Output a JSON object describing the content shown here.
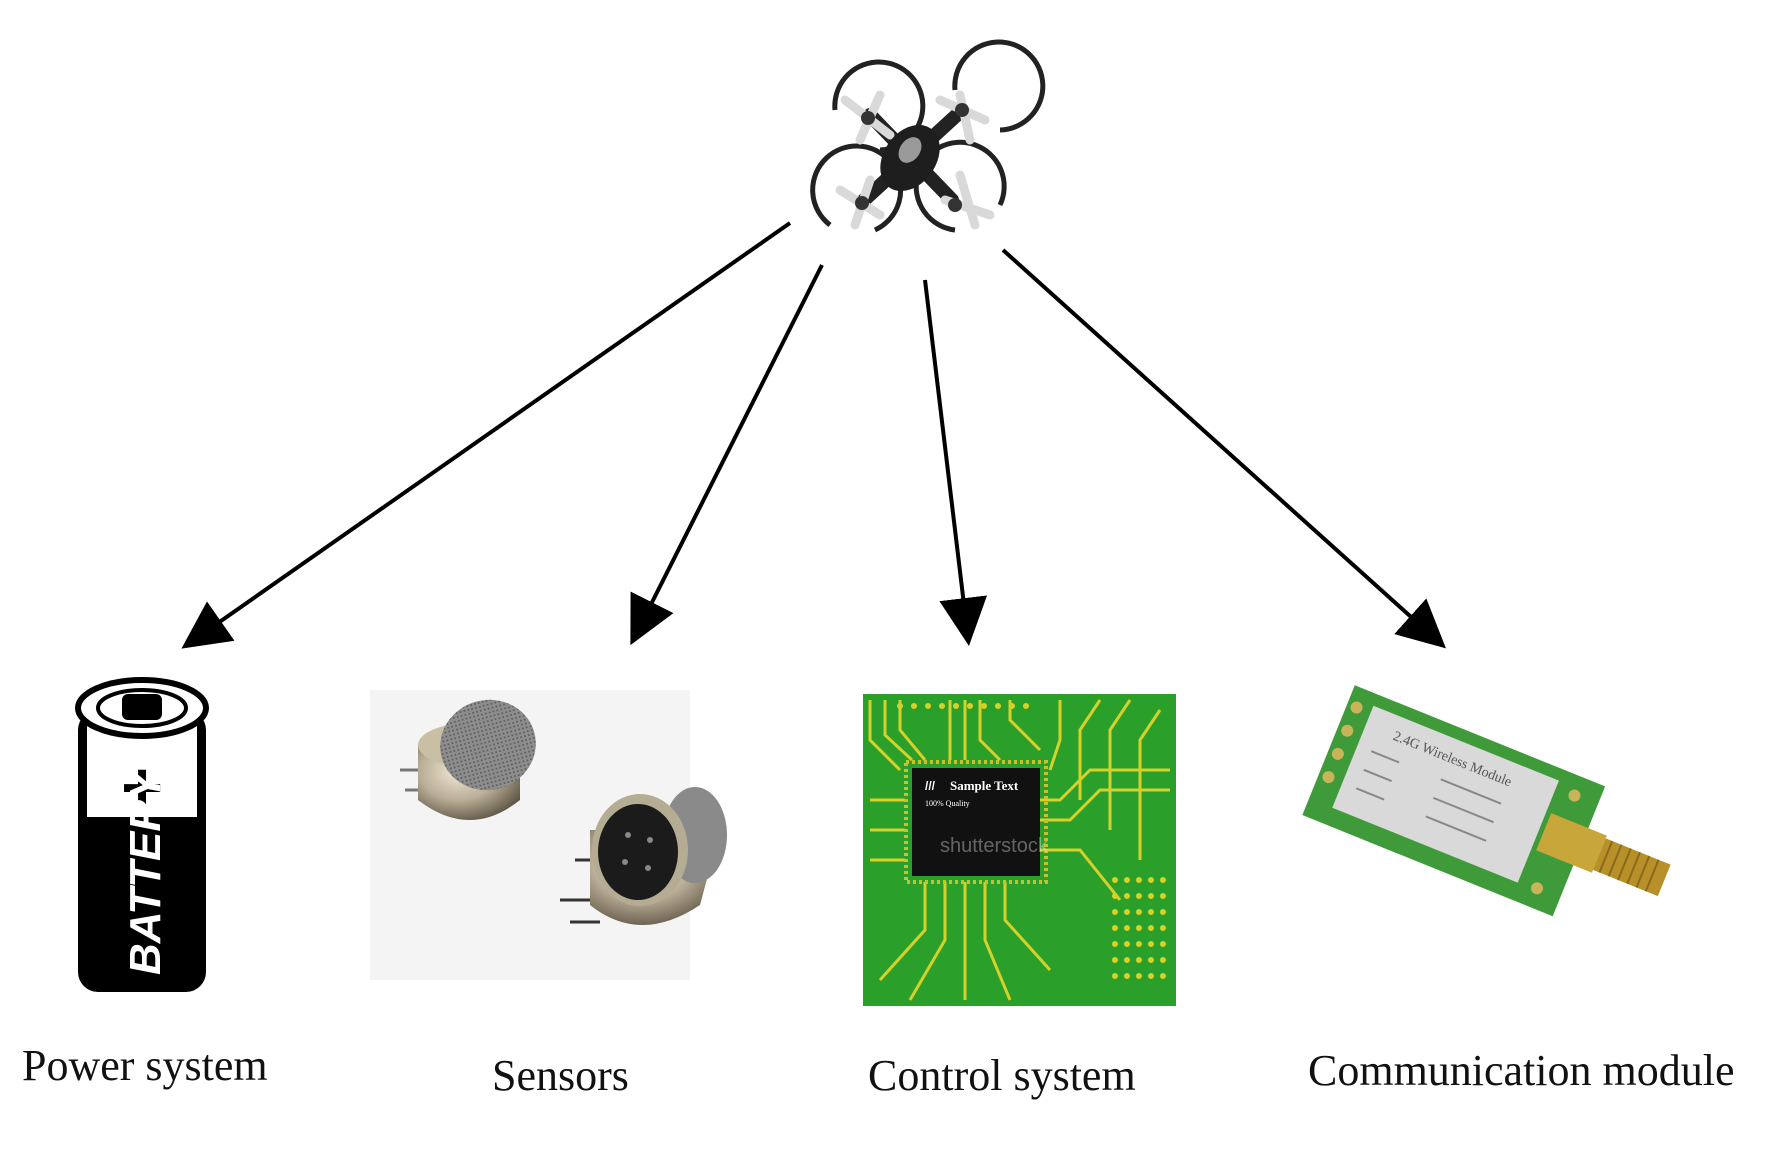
{
  "diagram": {
    "hub": {
      "icon": "quadcopter-drone-icon"
    },
    "components": [
      {
        "id": "power",
        "label": "Power system",
        "icon": "battery-icon",
        "battery_text": "BATTERY",
        "battery_sign": "+"
      },
      {
        "id": "sensors",
        "label": "Sensors",
        "icon": "gas-sensor-icon"
      },
      {
        "id": "control",
        "label": "Control system",
        "icon": "circuit-board-chip-icon",
        "chip_text": "Sample Text",
        "chip_subtext": "100% Quality",
        "watermark": "shutterstock"
      },
      {
        "id": "comm",
        "label": "Communication module",
        "icon": "wireless-module-icon",
        "module_title": "2.4G Wireless Module"
      }
    ],
    "colors": {
      "pcb_green": "#2aa02a",
      "trace_yellow": "#d6d02a",
      "arrow": "#000000"
    }
  }
}
